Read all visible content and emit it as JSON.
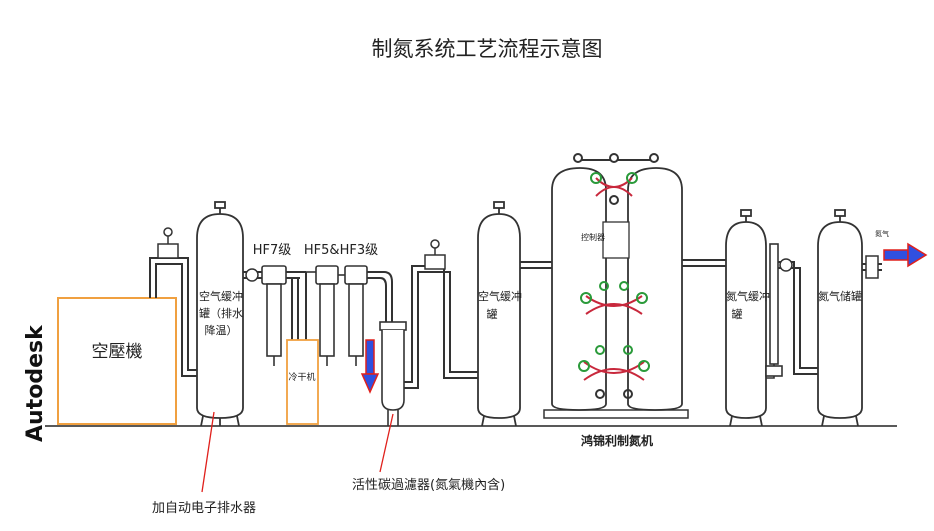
{
  "title": "制氮系统工艺流程示意图",
  "watermark": "Autodesk",
  "labels": {
    "air_compressor": "空壓機",
    "air_buffer_tank_1": [
      "空气缓冲",
      "罐（排水",
      "降温）"
    ],
    "hf7": "HF7级",
    "hf5_hf3": "HF5&HF3级",
    "dryer": "冷干机",
    "air_buffer_tank_2": [
      "空气缓冲",
      "罐"
    ],
    "control_panel": "控制器",
    "nitrogen_generator": "鸿锦利制氮机",
    "nitrogen_buffer_tank": [
      "氮气缓冲",
      "罐"
    ],
    "nitrogen_storage_tank": "氮气储罐",
    "outlet": "氮气",
    "auto_drain_note": "加自动电子排水器",
    "carbon_filter_note": "活性碳過濾器(氮氣機內含)"
  },
  "colors": {
    "pipe": "#333333",
    "compressor_outline": "#f0a040",
    "annotation_line": "#e0201c",
    "flow_arrow_fill": "#3050e0",
    "flow_arrow_outline": "#e0201c",
    "valve_green": "#2a9a3a",
    "valve_red": "#c8283c"
  }
}
